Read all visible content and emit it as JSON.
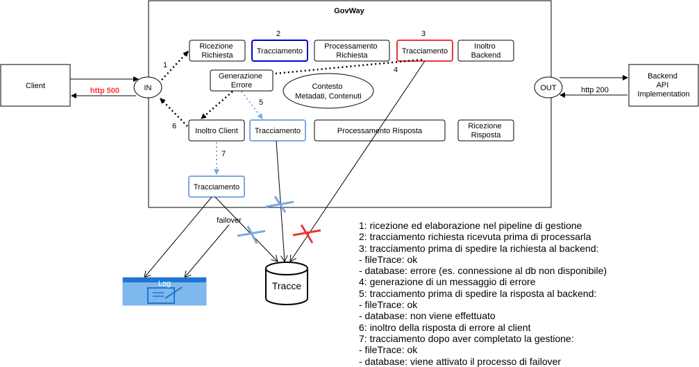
{
  "title": "GovWay",
  "client": {
    "label": "Client"
  },
  "backend": {
    "lines": [
      "Backend",
      "API",
      "Implementation"
    ]
  },
  "nodes": {
    "in": "IN",
    "out": "OUT",
    "ricezione_richiesta": [
      "Ricezione",
      "Richiesta"
    ],
    "tracciamento_2": "Tracciamento",
    "processamento_richiesta": [
      "Processamento",
      "Richiesta"
    ],
    "tracciamento_3": "Tracciamento",
    "inoltro_backend": [
      "Inoltro",
      "Backend"
    ],
    "generazione_errore": [
      "Generazione",
      "Errore"
    ],
    "contesto": [
      "Contesto",
      "Metadati, Contenuti"
    ],
    "inoltro_client": "Inoltro Client",
    "tracciamento_5": "Tracciamento",
    "processamento_risposta": "Processamento Risposta",
    "ricezione_risposta": [
      "Ricezione",
      "Risposta"
    ],
    "tracciamento_7": "Tracciamento"
  },
  "step_numbers": {
    "s1": "1",
    "s2": "2",
    "s3": "3",
    "s4": "4",
    "s5": "5",
    "s6": "6",
    "s7": "7"
  },
  "edge_labels": {
    "http_500": "http 500",
    "http_200": "http 200",
    "failover": "failover"
  },
  "stores": {
    "log": "Log",
    "tracce": "Tracce"
  },
  "colors": {
    "blue_box": "#0000cc",
    "red_box": "#ee3333",
    "light_blue": "#7ea6e0",
    "log_fill": "#7fb8ec",
    "log_header": "#1f75d1"
  },
  "legend": [
    "1: ricezione ed elaborazione nel pipeline di gestione",
    "2: tracciamento richiesta ricevuta prima di processarla",
    "3: tracciamento prima di spedire la richiesta al backend:",
    "- fileTrace: ok",
    "- database: errore (es. connessione al db non disponibile)",
    "4: generazione di un messaggio di errore",
    "5: tracciamento prima di spedire la risposta al backend:",
    "- fileTrace: ok",
    "- database: non viene effettuato",
    "6: inoltro della risposta di errore al client",
    "7: tracciamento dopo aver completato la gestione:",
    "- fileTrace: ok",
    "- database: viene attivato il processo di failover"
  ]
}
